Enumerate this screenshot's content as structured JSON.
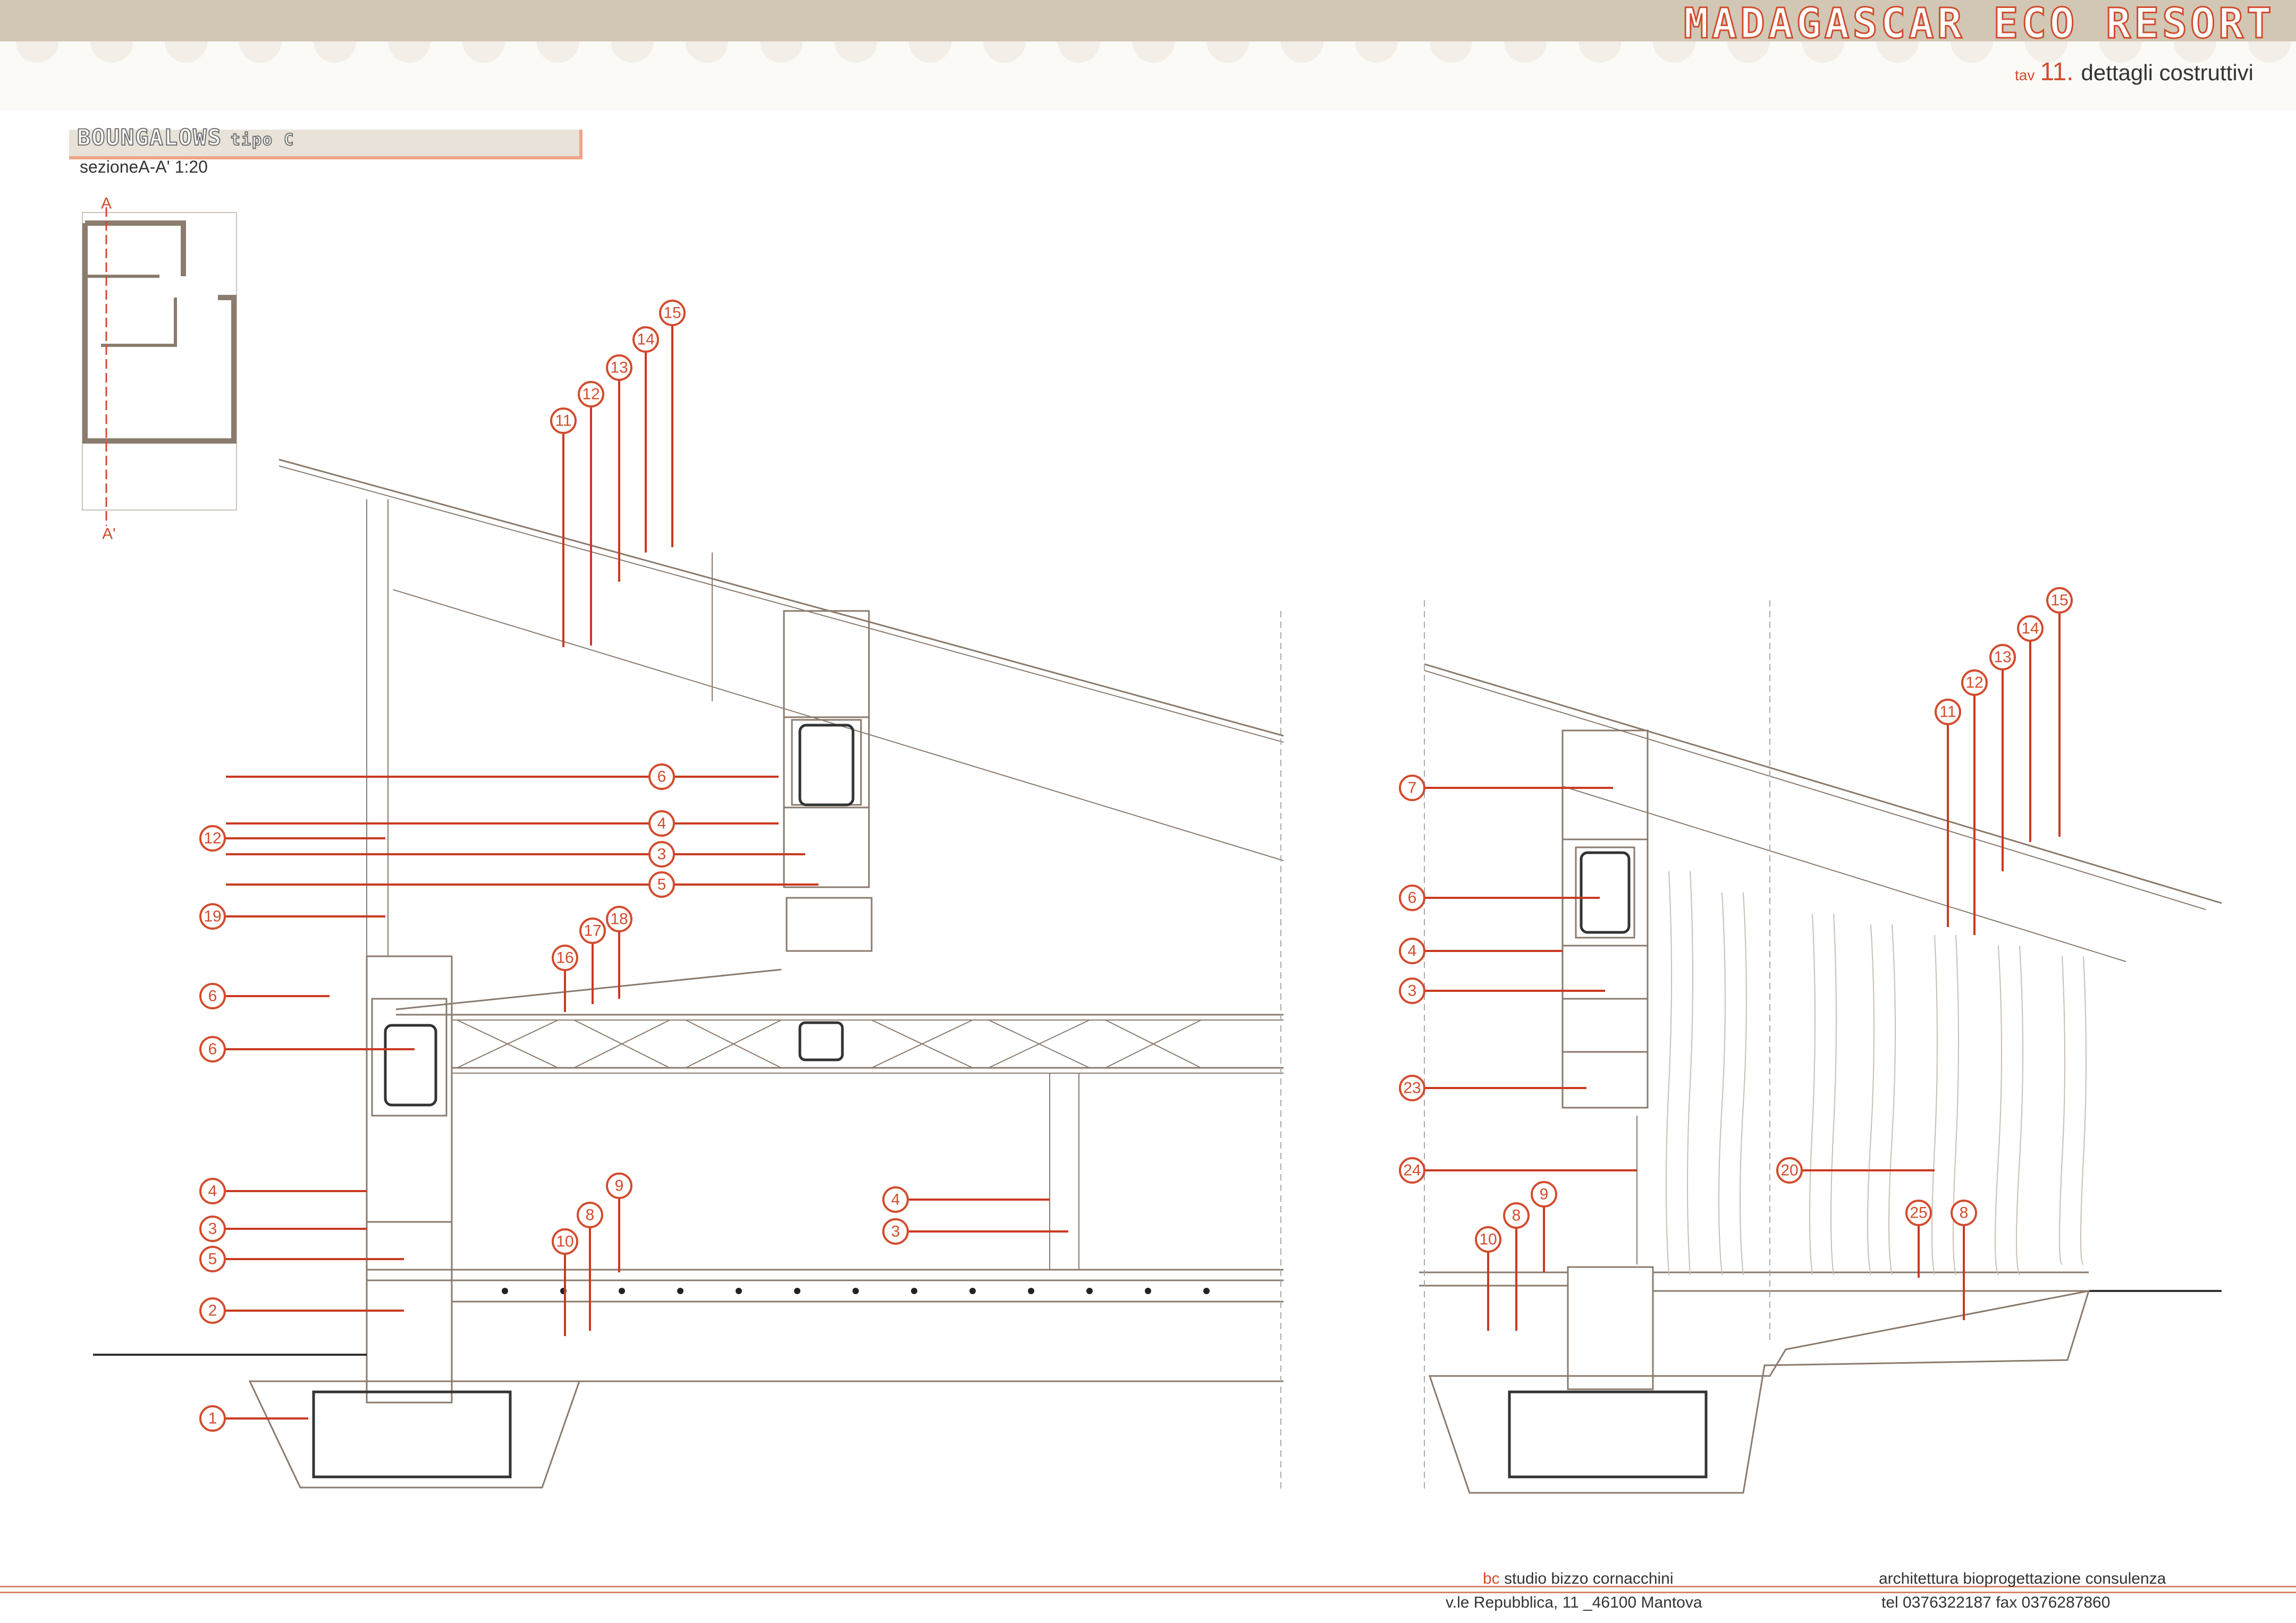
{
  "header": {
    "project_title": "MADAGASCAR ECO RESORT",
    "tav_prefix": "tav",
    "tav_number": "11.",
    "tav_title": "dettagli costruttivi"
  },
  "section": {
    "title": "BOUNGALOWS",
    "title_small": "tipo C",
    "subtitle": "sezioneA-A'  1:20"
  },
  "plan": {
    "cut_label_top": "A",
    "cut_label_bottom": "A'"
  },
  "callouts_left": [
    "15",
    "14",
    "13",
    "12",
    "11",
    "6",
    "4",
    "3",
    "5",
    "17",
    "18",
    "16",
    "12",
    "19",
    "6",
    "6",
    "4",
    "3",
    "5",
    "2",
    "1",
    "9",
    "8",
    "10",
    "4",
    "3"
  ],
  "callouts_right": [
    "7",
    "6",
    "4",
    "3",
    "23",
    "24",
    "15",
    "14",
    "13",
    "12",
    "11",
    "20",
    "9",
    "8",
    "10",
    "25",
    "8"
  ],
  "footer": {
    "studio_prefix": "bc",
    "studio_name": " studio bizzo cornacchini",
    "address": "v.le Repubblica, 11 _46100 Mantova",
    "tagline": "architettura bioprogettazione consulenza",
    "phone": "tel 0376322187 fax 0376287860"
  },
  "colors": {
    "accent": "#d24c2e",
    "band": "#d2c7b4",
    "line": "#7a6a5c"
  }
}
